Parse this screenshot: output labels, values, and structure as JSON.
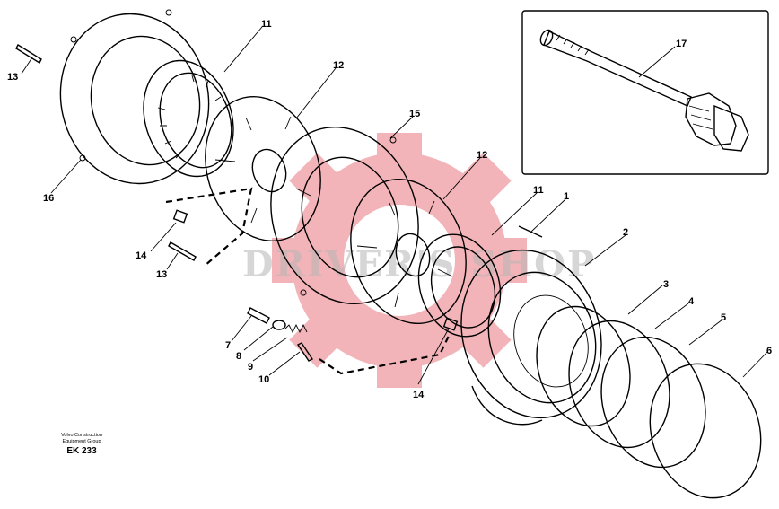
{
  "watermark": {
    "text": "DRIVER'S SHOP",
    "color": "#e35b63"
  },
  "callouts": {
    "c1": "1",
    "c2": "2",
    "c3": "3",
    "c4": "4",
    "c5": "5",
    "c6": "6",
    "c7": "7",
    "c8": "8",
    "c9": "9",
    "c10": "10",
    "c11a": "11",
    "c11b": "11",
    "c12a": "12",
    "c12b": "12",
    "c13a": "13",
    "c13b": "13",
    "c14a": "14",
    "c14b": "14",
    "c15": "15",
    "c16": "16",
    "c17": "17"
  },
  "caption": {
    "line1": "Volvo Construction",
    "line2": "Equipment Group",
    "code": "EK 233"
  }
}
